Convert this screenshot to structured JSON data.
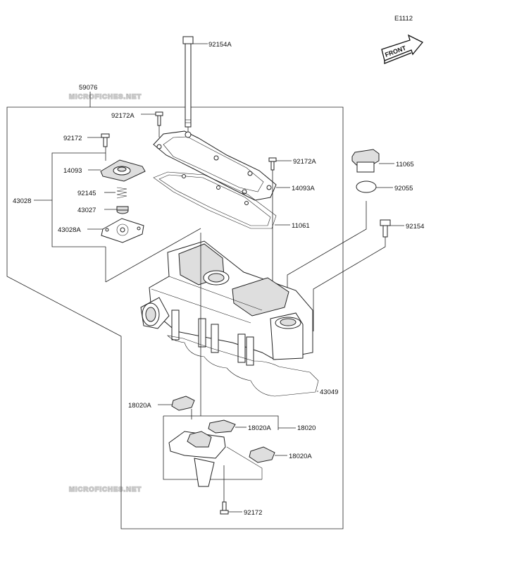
{
  "diagram_code": "E1112",
  "front_label": "FRONT",
  "watermark": "MICROFICHES.NET",
  "part_labels": {
    "p92154A": "92154A",
    "p59076": "59076",
    "p92172A_top": "92172A",
    "p92172_left": "92172",
    "p14093": "14093",
    "p43028": "43028",
    "p92145": "92145",
    "p43027": "43027",
    "p43028A": "43028A",
    "p92172A_right": "92172A",
    "p14093A": "14093A",
    "p11061": "11061",
    "p11065": "11065",
    "p92055": "92055",
    "p92154": "92154",
    "p43049": "43049",
    "p18020A_left": "18020A",
    "p18020A_mid": "18020A",
    "p18020": "18020",
    "p18020A_right": "18020A",
    "p92172_bottom": "92172"
  }
}
